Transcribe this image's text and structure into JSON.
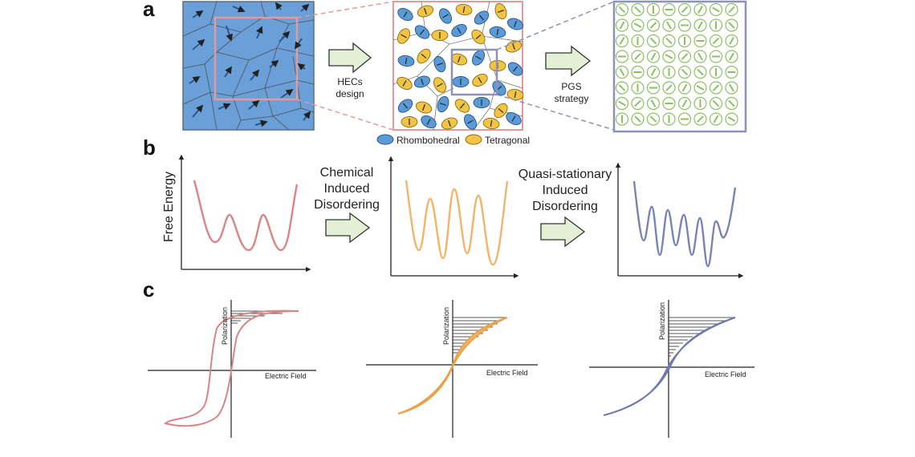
{
  "panel_labels": {
    "a": "a",
    "b": "b",
    "c": "c"
  },
  "panel_a": {
    "arrow1_line1": "HECs",
    "arrow1_line2": "design",
    "arrow2_line1": "PGS",
    "arrow2_line2": "strategy",
    "legend_rhombohedral": "Rhombohedral",
    "legend_tetragonal": "Tetragonal"
  },
  "panel_b": {
    "ylabel": "Free Energy",
    "arrow1_line1": "Chemical",
    "arrow1_line2": "Induced",
    "arrow1_line3": "Disordering",
    "arrow2_line1": "Quasi-stationary",
    "arrow2_line2": "Induced",
    "arrow2_line3": "Disordering"
  },
  "panel_c": {
    "ylabel": "Polarization",
    "xlabel": "Electric Field"
  },
  "colors": {
    "domain_blue": "#6a9fd8",
    "grain_border": "#5a6f86",
    "red_frame": "#e39a9a",
    "rhombohedral": "#5b9bd5",
    "tetragonal": "#f3c444",
    "pgs_green": "#8cc063",
    "frame_purple": "#8c93b6",
    "curve_red": "#d98585",
    "curve_orange": "#f0b56a",
    "curve_purple": "#7884b3",
    "arrow_fill": "#e3f0d6",
    "arrow_stroke": "#333333"
  }
}
